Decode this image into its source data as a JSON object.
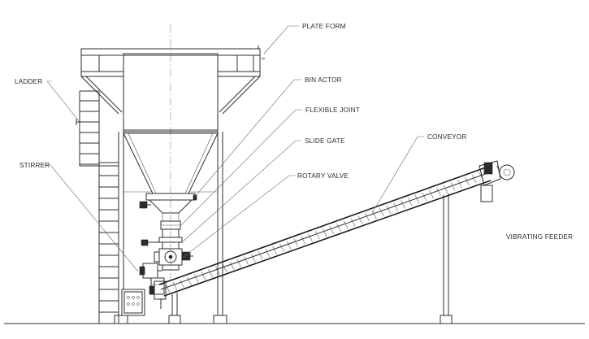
{
  "labels": {
    "plate_form": "PLATE FORM",
    "ladder": "LADDER",
    "bin_actor": "BIN ACTOR",
    "flexible_joint": "FLEXIBLE JOINT",
    "slide_gate": "SLIDE GATE",
    "conveyor": "CONVEYOR",
    "stirrer": "STIRRER",
    "rotary_valve": "ROTARY VALVE",
    "vibrating_feeder": "VIBRATING FEEDER"
  }
}
